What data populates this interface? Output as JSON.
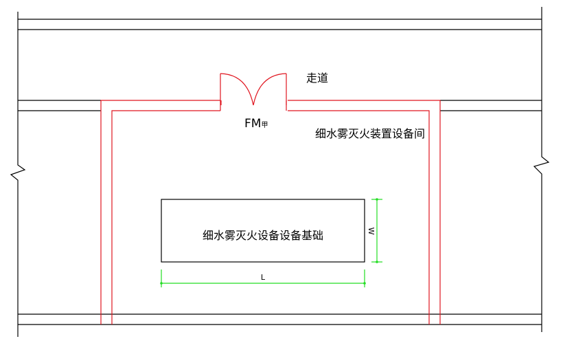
{
  "labels": {
    "corridor": "走道",
    "door": "FM",
    "door_grade": "甲",
    "room_name": "细水雾灭火装置设备间",
    "equipment_base": "细水雾灭火设备设备基础",
    "dim_length": "L",
    "dim_width": "W"
  },
  "colors": {
    "wall_line": "#000000",
    "room_wall": "#e0141e",
    "dimension": "#22dd22"
  }
}
